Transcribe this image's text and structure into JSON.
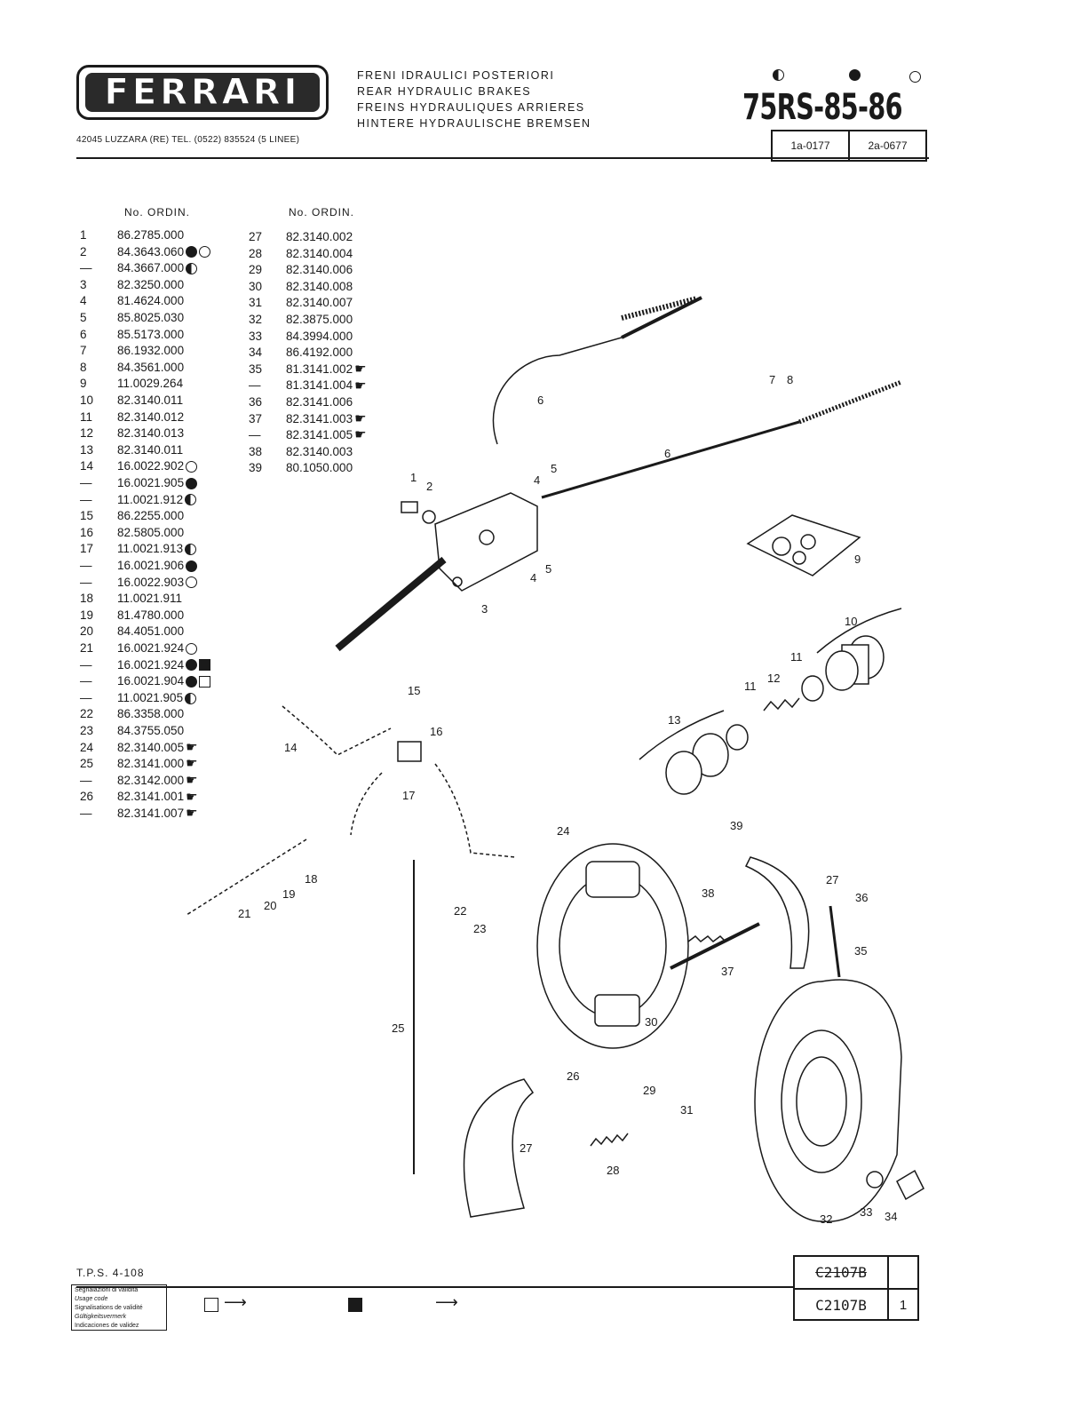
{
  "header": {
    "brand": "FERRARI",
    "address": "42045 LUZZARA (RE)   TEL. (0522) 835524 (5 LINEE)",
    "title_it": "FRENI IDRAULICI POSTERIORI",
    "title_en": "REAR HYDRAULIC BRAKES",
    "title_fr": "FREINS HYDRAULIQUES ARRIERES",
    "title_de": "HINTERE HYDRAULISCHE BREMSEN",
    "model": "75RS-85-86",
    "code_left": "1a-0177",
    "code_right": "2a-0677"
  },
  "parts_list": {
    "column_header": "No. ORDIN.",
    "left": [
      {
        "n": "1",
        "code": "86.2785.000",
        "marks": []
      },
      {
        "n": "2",
        "code": "84.3643.060",
        "marks": [
          "full-circle",
          "empty-circle"
        ]
      },
      {
        "n": "—",
        "code": "84.3667.000",
        "marks": [
          "half-circle"
        ]
      },
      {
        "n": "3",
        "code": "82.3250.000",
        "marks": []
      },
      {
        "n": "4",
        "code": "81.4624.000",
        "marks": []
      },
      {
        "n": "5",
        "code": "85.8025.030",
        "marks": []
      },
      {
        "n": "6",
        "code": "85.5173.000",
        "marks": []
      },
      {
        "n": "7",
        "code": "86.1932.000",
        "marks": []
      },
      {
        "n": "8",
        "code": "84.3561.000",
        "marks": []
      },
      {
        "n": "9",
        "code": "11.0029.264",
        "marks": []
      },
      {
        "n": "10",
        "code": "82.3140.011",
        "marks": []
      },
      {
        "n": "11",
        "code": "82.3140.012",
        "marks": []
      },
      {
        "n": "12",
        "code": "82.3140.013",
        "marks": []
      },
      {
        "n": "13",
        "code": "82.3140.011",
        "marks": []
      },
      {
        "n": "14",
        "code": "16.0022.902",
        "marks": [
          "empty-circle"
        ]
      },
      {
        "n": "—",
        "code": "16.0021.905",
        "marks": [
          "full-circle"
        ]
      },
      {
        "n": "—",
        "code": "11.0021.912",
        "marks": [
          "half-circle"
        ]
      },
      {
        "n": "15",
        "code": "86.2255.000",
        "marks": []
      },
      {
        "n": "16",
        "code": "82.5805.000",
        "marks": []
      },
      {
        "n": "17",
        "code": "11.0021.913",
        "marks": [
          "half-circle"
        ]
      },
      {
        "n": "—",
        "code": "16.0021.906",
        "marks": [
          "full-circle"
        ]
      },
      {
        "n": "—",
        "code": "16.0022.903",
        "marks": [
          "empty-circle"
        ]
      },
      {
        "n": "18",
        "code": "11.0021.911",
        "marks": []
      },
      {
        "n": "19",
        "code": "81.4780.000",
        "marks": []
      },
      {
        "n": "20",
        "code": "84.4051.000",
        "marks": []
      },
      {
        "n": "21",
        "code": "16.0021.924",
        "marks": [
          "empty-circle"
        ]
      },
      {
        "n": "—",
        "code": "16.0021.924",
        "marks": [
          "full-circle",
          "full-square"
        ]
      },
      {
        "n": "—",
        "code": "16.0021.904",
        "marks": [
          "full-circle",
          "empty-square"
        ]
      },
      {
        "n": "—",
        "code": "11.0021.905",
        "marks": [
          "half-circle"
        ]
      },
      {
        "n": "22",
        "code": "86.3358.000",
        "marks": []
      },
      {
        "n": "23",
        "code": "84.3755.050",
        "marks": []
      },
      {
        "n": "24",
        "code": "82.3140.005",
        "marks": [
          "hand"
        ]
      },
      {
        "n": "25",
        "code": "82.3141.000",
        "marks": [
          "hand"
        ]
      },
      {
        "n": "—",
        "code": "82.3142.000",
        "marks": [
          "hand"
        ]
      },
      {
        "n": "26",
        "code": "82.3141.001",
        "marks": [
          "hand"
        ]
      },
      {
        "n": "—",
        "code": "82.3141.007",
        "marks": [
          "hand"
        ]
      }
    ],
    "right": [
      {
        "n": "27",
        "code": "82.3140.002",
        "marks": []
      },
      {
        "n": "28",
        "code": "82.3140.004",
        "marks": []
      },
      {
        "n": "29",
        "code": "82.3140.006",
        "marks": []
      },
      {
        "n": "30",
        "code": "82.3140.008",
        "marks": []
      },
      {
        "n": "31",
        "code": "82.3140.007",
        "marks": []
      },
      {
        "n": "32",
        "code": "82.3875.000",
        "marks": []
      },
      {
        "n": "33",
        "code": "84.3994.000",
        "marks": []
      },
      {
        "n": "34",
        "code": "86.4192.000",
        "marks": []
      },
      {
        "n": "35",
        "code": "81.3141.002",
        "marks": [
          "hand"
        ]
      },
      {
        "n": "—",
        "code": "81.3141.004",
        "marks": [
          "hand"
        ]
      },
      {
        "n": "36",
        "code": "82.3141.006",
        "marks": []
      },
      {
        "n": "37",
        "code": "82.3141.003",
        "marks": [
          "hand"
        ]
      },
      {
        "n": "—",
        "code": "82.3141.005",
        "marks": [
          "hand"
        ]
      },
      {
        "n": "38",
        "code": "82.3140.003",
        "marks": []
      },
      {
        "n": "39",
        "code": "80.1050.000",
        "marks": []
      }
    ]
  },
  "diagram_labels": [
    "1",
    "2",
    "3",
    "4",
    "5",
    "6",
    "6",
    "7",
    "8",
    "9",
    "10",
    "11",
    "11",
    "12",
    "13",
    "14",
    "15",
    "16",
    "17",
    "18",
    "19",
    "20",
    "21",
    "22",
    "23",
    "24",
    "25",
    "26",
    "27",
    "27",
    "28",
    "29",
    "30",
    "31",
    "32",
    "33",
    "34",
    "35",
    "36",
    "37",
    "38",
    "39",
    "4",
    "5"
  ],
  "footer": {
    "tps": "T.P.S. 4-108",
    "usage": [
      "Segnalazioni di validità",
      "Usage code",
      "Signalisations de validité",
      "Gültigkeitsvermerk",
      "Indicaciones de validez"
    ],
    "ref_old": "C2107B",
    "ref_new": "C2107B",
    "sheet": "1"
  }
}
